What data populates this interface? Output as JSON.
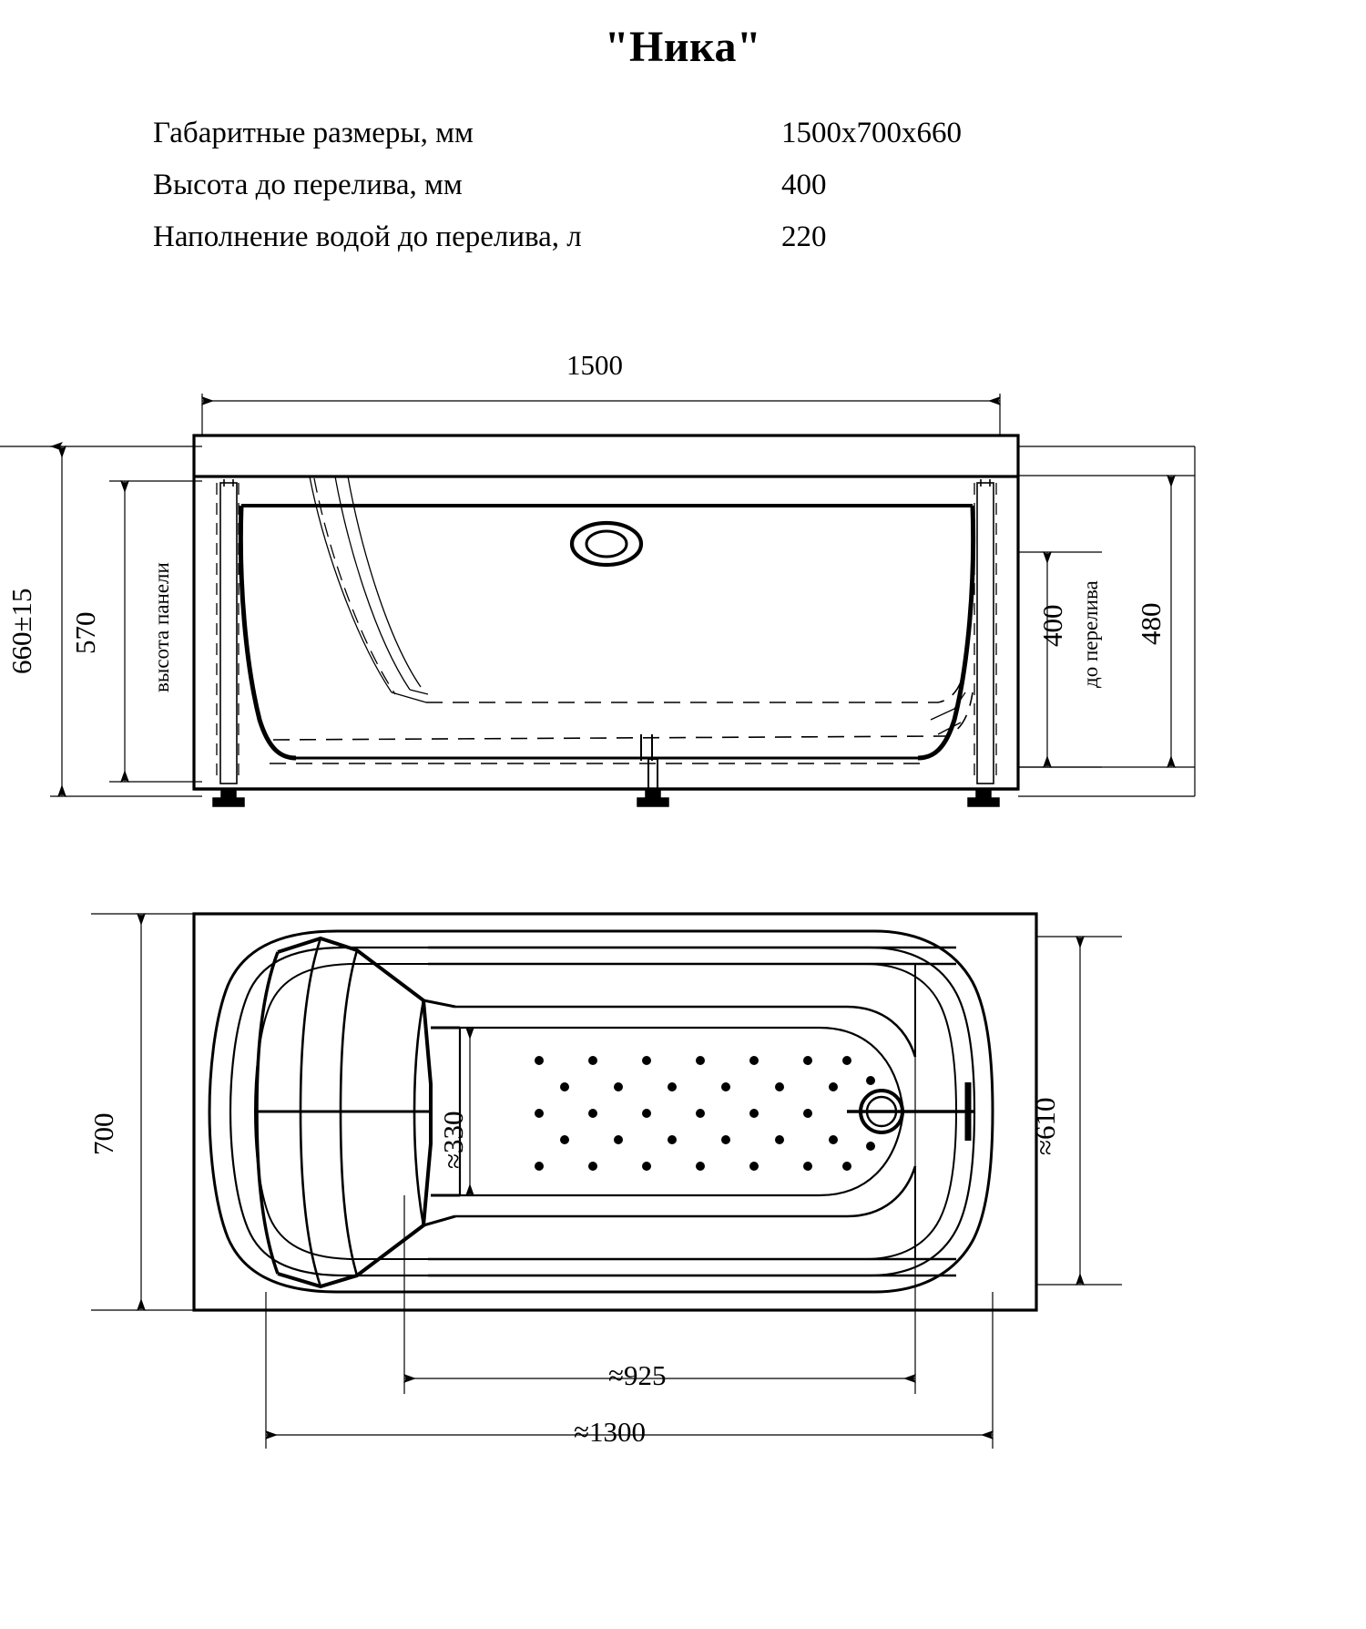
{
  "document": {
    "title": "\"Ника\"",
    "type": "technical-drawing",
    "product": "acrylic bathtub"
  },
  "spec_table": {
    "rows": [
      {
        "label": "Габаритные размеры, мм",
        "value": "1500x700x660"
      },
      {
        "label": "Высота до перелива, мм",
        "value": "400"
      },
      {
        "label": "Наполнение водой до перелива, л",
        "value": "220"
      }
    ]
  },
  "front_view": {
    "name": "front-elevation",
    "dimensions": {
      "width_top": "1500",
      "total_height": "660±15",
      "panel_height": "570",
      "panel_height_note": "высота панели",
      "overflow_height": "400",
      "overflow_note": "до перелива",
      "rim_height": "480"
    }
  },
  "plan_view": {
    "name": "top-plan",
    "dimensions": {
      "outer_width": "700",
      "inner_width": "≈610",
      "bottom_width": "≈330",
      "bottom_length": "≈925",
      "inner_length": "≈1300"
    }
  },
  "colors": {
    "line": "#000000",
    "thin_line": "#1a1a1a",
    "background": "#ffffff"
  }
}
